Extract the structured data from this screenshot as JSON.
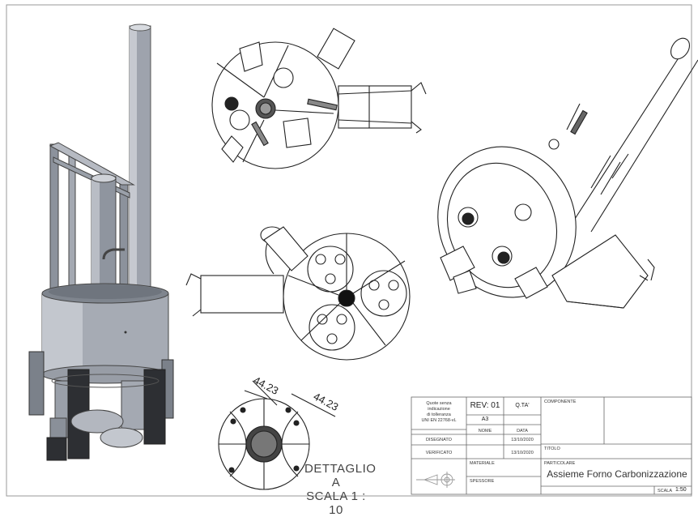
{
  "drawing": {
    "views": {
      "detail_label_1": "DETTAGLIO A",
      "detail_label_2": "SCALA 1 : 10",
      "dim_1": "44.23",
      "dim_2": "44.23"
    },
    "title_block": {
      "tolerance_note": [
        "Quote senza",
        "indicazione",
        "di tolleranza",
        "UNI EN 22768-vL"
      ],
      "rev_label": "REV: 01",
      "qty_label": "Q.TA'",
      "format": "A3",
      "nome_header": "NOME",
      "data_header": "DATA",
      "disegnato_label": "DISEGNATO",
      "disegnato_date": "13/10/2020",
      "verificato_label": "VERIFICATO",
      "verificato_date": "13/10/2020",
      "componente_label": "COMPONENTE",
      "titolo_label": "TITOLO",
      "particolare_label": "PARTICOLARE",
      "materiale_label": "MATERIALE",
      "spessore_label": "SPESSORE",
      "title": "Assieme Forno Carbonizzazione",
      "scala_label": "SCALA",
      "scala_value": "1:50"
    }
  }
}
